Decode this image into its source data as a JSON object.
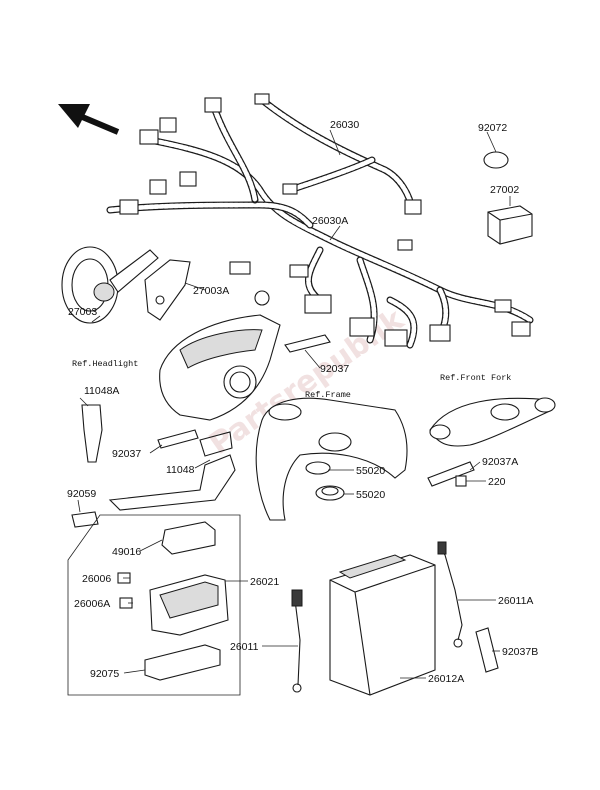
{
  "diagram": {
    "parts": {
      "p26030": "26030",
      "p92072": "92072",
      "p27002": "27002",
      "p26030A": "26030A",
      "p27003A": "27003A",
      "p27003": "27003",
      "p92037_top": "92037",
      "p11048A": "11048A",
      "p92037_left": "92037",
      "p11048": "11048",
      "p92059": "92059",
      "p55020_a": "55020",
      "p55020_b": "55020",
      "p92037A": "92037A",
      "p220": "220",
      "p49016": "49016",
      "p26006": "26006",
      "p26006A": "26006A",
      "p26021": "26021",
      "p92075": "92075",
      "p26011A": "26011A",
      "p26011": "26011",
      "p92037B": "92037B",
      "p26012A": "26012A"
    },
    "refs": {
      "headlight": "Ref.Headlight",
      "frame": "Ref.Frame",
      "front_fork": "Ref.Front Fork"
    },
    "watermark": "Partsrepublik"
  }
}
